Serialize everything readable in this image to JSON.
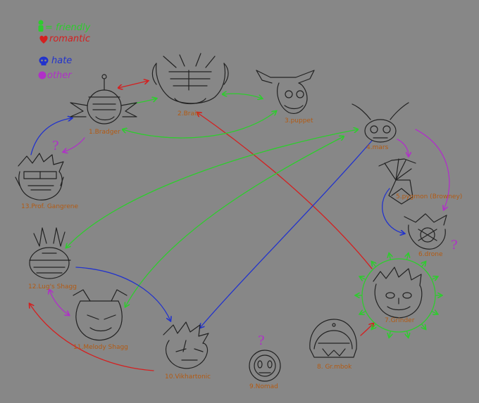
{
  "legend": {
    "friendly": {
      "label": "= friendly",
      "color": "#2ecc2e"
    },
    "romantic": {
      "label": "romantic",
      "color": "#d42020"
    },
    "hate": {
      "label": "hate",
      "color": "#2233cc"
    },
    "other": {
      "label": "other",
      "color": "#b030c8"
    }
  },
  "nodes": [
    {
      "id": "brais",
      "label": "2.Brais"
    },
    {
      "id": "puppet",
      "label": "3.puppet"
    },
    {
      "id": "bradger",
      "label": "1.Bradger"
    },
    {
      "id": "mars",
      "label": "4.mars"
    },
    {
      "id": "gangrene",
      "label": "13.Prof. Gangrene"
    },
    {
      "id": "pygmon",
      "label": "5.pygmon (Browney)"
    },
    {
      "id": "drone",
      "label": "6.drone"
    },
    {
      "id": "lugs",
      "label": "12.Lug's Shagg"
    },
    {
      "id": "grinder",
      "label": "7.Grinder"
    },
    {
      "id": "melody",
      "label": "11.Melody Shagg"
    },
    {
      "id": "vikhar",
      "label": "10.Vikhartonic"
    },
    {
      "id": "nomad",
      "label": "9.Nomad"
    },
    {
      "id": "grimbok",
      "label": "8. Gr.mbok"
    }
  ],
  "marks": {
    "gangrene_q": "?",
    "drone_q": "?",
    "nomad_q": "?"
  }
}
